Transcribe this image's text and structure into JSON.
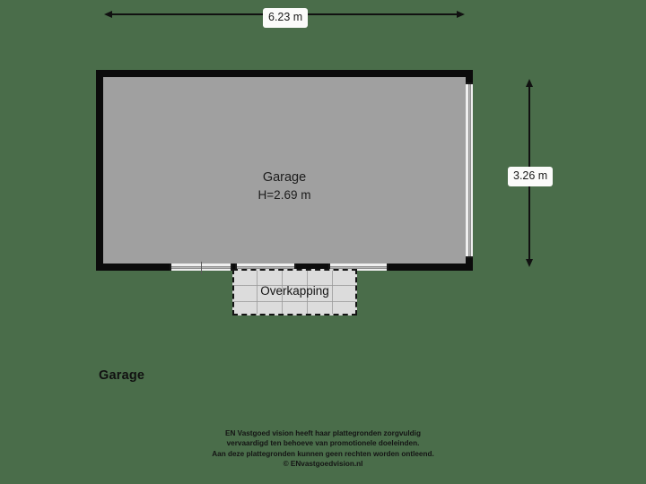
{
  "background_color": "#4a6d4a",
  "dimensions": {
    "width_label": "6.23 m",
    "height_label": "3.26 m"
  },
  "building": {
    "wall_color": "#0b0b0b",
    "floor_color": "#a0a0a0",
    "rooms": [
      {
        "name": "Garage",
        "height_label": "H=2.69 m"
      }
    ]
  },
  "canopy": {
    "label": "Overkapping",
    "fill_color": "#dcdcdc",
    "border_style": "dashed"
  },
  "title": "Garage",
  "footer": {
    "line1": "EN Vastgoed vision heeft haar plattegronden zorgvuldig",
    "line2": "vervaardigd ten behoeve van promotionele doeleinden.",
    "line3": "Aan deze plattegronden kunnen geen rechten worden ontleend.",
    "line4": "© ENvastgoedvision.nl"
  }
}
